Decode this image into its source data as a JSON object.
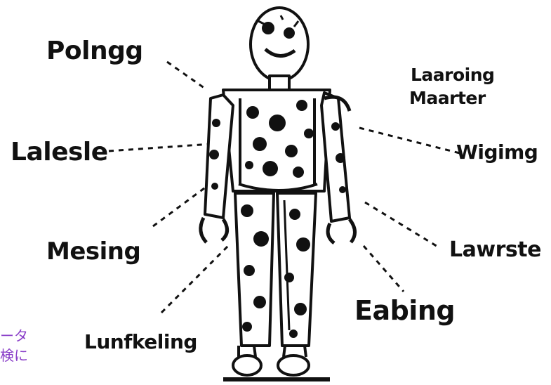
{
  "labels": {
    "top_left": "Polngg",
    "top_right_line1": "Laaroing",
    "top_right_line2": "Maarter",
    "left": "Lalesle",
    "right": "Wigimg",
    "mid_left": "Mesing",
    "mid_right": "Lawrste",
    "bottom_right": "Eabing",
    "bottom_left": "Lunfkeling"
  },
  "corner_text": {
    "line1": "ータ",
    "line2": "検に"
  },
  "colors": {
    "ink": "#111111",
    "accent": "#8a3fc8",
    "background": "#ffffff"
  }
}
